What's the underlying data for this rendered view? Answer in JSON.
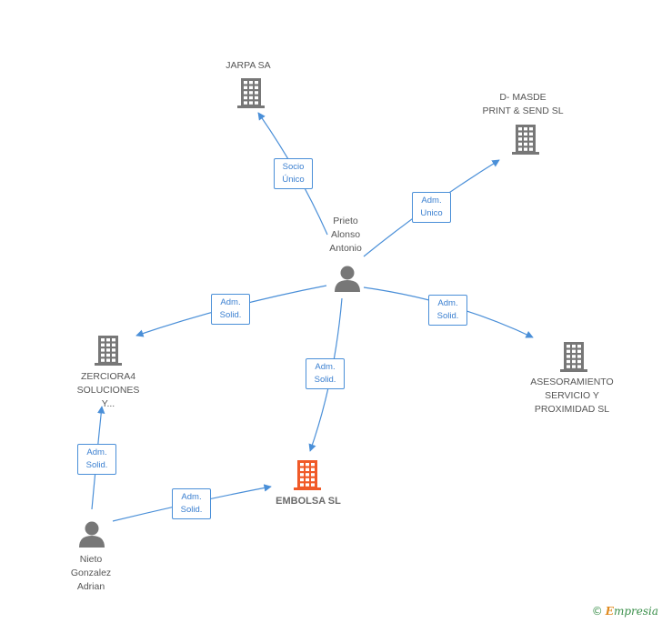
{
  "colors": {
    "edge": "#4a8fd8",
    "building": "#777777",
    "building_main": "#f05a28",
    "person": "#777777"
  },
  "nodes": {
    "jarpa": {
      "label": "JARPA SA",
      "icon": "building-icon"
    },
    "dmasde": {
      "label": "D- MASDE\nPRINT & SEND SL",
      "icon": "building-icon"
    },
    "prieto": {
      "label": "Prieto\nAlonso\nAntonio",
      "icon": "person-icon"
    },
    "zerciora": {
      "label": "ZERCIORA4\nSOLUCIONES\nY...",
      "icon": "building-icon"
    },
    "asesoramiento": {
      "label": "ASESORAMIENTO\nSERVICIO Y\nPROXIMIDAD SL",
      "icon": "building-icon"
    },
    "embolsa": {
      "label": "EMBOLSA SL",
      "icon": "building-icon"
    },
    "nieto": {
      "label": "Nieto\nGonzalez\nAdrian",
      "icon": "person-icon"
    }
  },
  "edges": {
    "prieto_jarpa": "Socio\nÚnico",
    "prieto_dmasde": "Adm.\nUnico",
    "prieto_zerciora": "Adm.\nSolid.",
    "prieto_asesoramiento": "Adm.\nSolid.",
    "prieto_embolsa": "Adm.\nSolid.",
    "nieto_zerciora": "Adm.\nSolid.",
    "nieto_embolsa": "Adm.\nSolid."
  },
  "credit": {
    "symbol": "©",
    "brand_initial": "E",
    "brand_rest": "mpresia"
  }
}
